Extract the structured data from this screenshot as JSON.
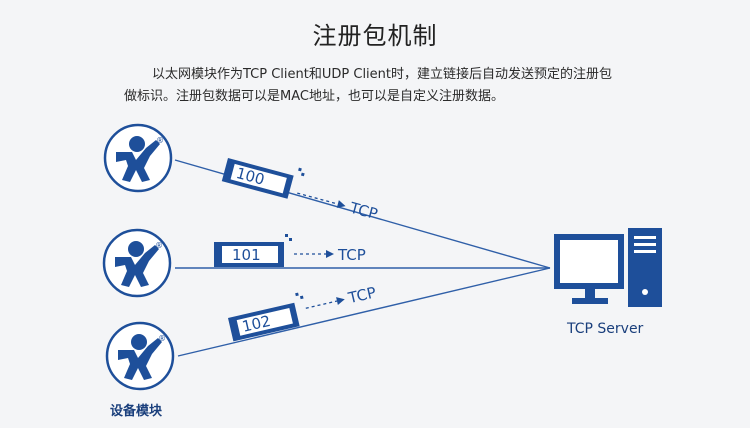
{
  "title": "注册包机制",
  "description": {
    "line1": "以太网模块作为TCP Client和UDP Client时，建立链接后自动发送预定的注册包",
    "line2": "做标识。注册包数据可以是MAC地址，也可以是自定义注册数据。"
  },
  "packets": [
    {
      "value": "100",
      "protocol": "TCP"
    },
    {
      "value": "101",
      "protocol": "TCP"
    },
    {
      "value": "102",
      "protocol": "TCP"
    }
  ],
  "server": {
    "label": "TCP Server",
    "icon": "desktop-computer-icon"
  },
  "device": {
    "label": "设备模块",
    "icon": "module-logo-icon",
    "registered_mark": "®"
  },
  "colors": {
    "primary": "#1e4f9a",
    "line": "#2f5fa8",
    "background": "#f4f5f7"
  }
}
